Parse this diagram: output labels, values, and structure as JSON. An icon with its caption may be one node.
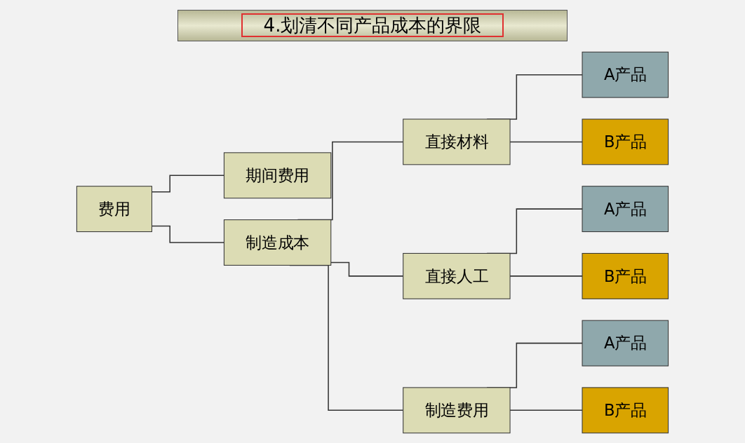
{
  "diagram": {
    "title": "4.划清不同产品成本的界限",
    "nodes": [
      {
        "text": [
          "费用"
        ]
      },
      {
        "text": [
          "期间费用"
        ]
      },
      {
        "text": [
          "制造成本"
        ]
      },
      {
        "text": [
          "直接材料"
        ]
      },
      {
        "text": [
          "A产品"
        ]
      },
      {
        "text": [
          "B产品"
        ]
      },
      {
        "text": [
          "直接人工"
        ]
      },
      {
        "text": [
          "A产品"
        ]
      },
      {
        "text": [
          "B产品"
        ]
      },
      {
        "text": [
          "制造费用"
        ]
      },
      {
        "text": [
          "A产品"
        ]
      },
      {
        "text": [
          "B产品"
        ]
      }
    ],
    "edges": [
      {
        "from": 0,
        "to": 1,
        "arrow": "none"
      },
      {
        "from": 0,
        "to": 2,
        "arrow": "none"
      },
      {
        "from": 2,
        "to": 3,
        "arrow": "none"
      },
      {
        "from": 2,
        "to": 6,
        "arrow": "none"
      },
      {
        "from": 2,
        "to": 9,
        "arrow": "none"
      },
      {
        "from": 3,
        "to": 4,
        "arrow": "none"
      },
      {
        "from": 3,
        "to": 5,
        "arrow": "none"
      },
      {
        "from": 6,
        "to": 7,
        "arrow": "none"
      },
      {
        "from": 6,
        "to": 8,
        "arrow": "none"
      },
      {
        "from": 9,
        "to": 10,
        "arrow": "none"
      },
      {
        "from": 9,
        "to": 11,
        "arrow": "none"
      }
    ]
  }
}
